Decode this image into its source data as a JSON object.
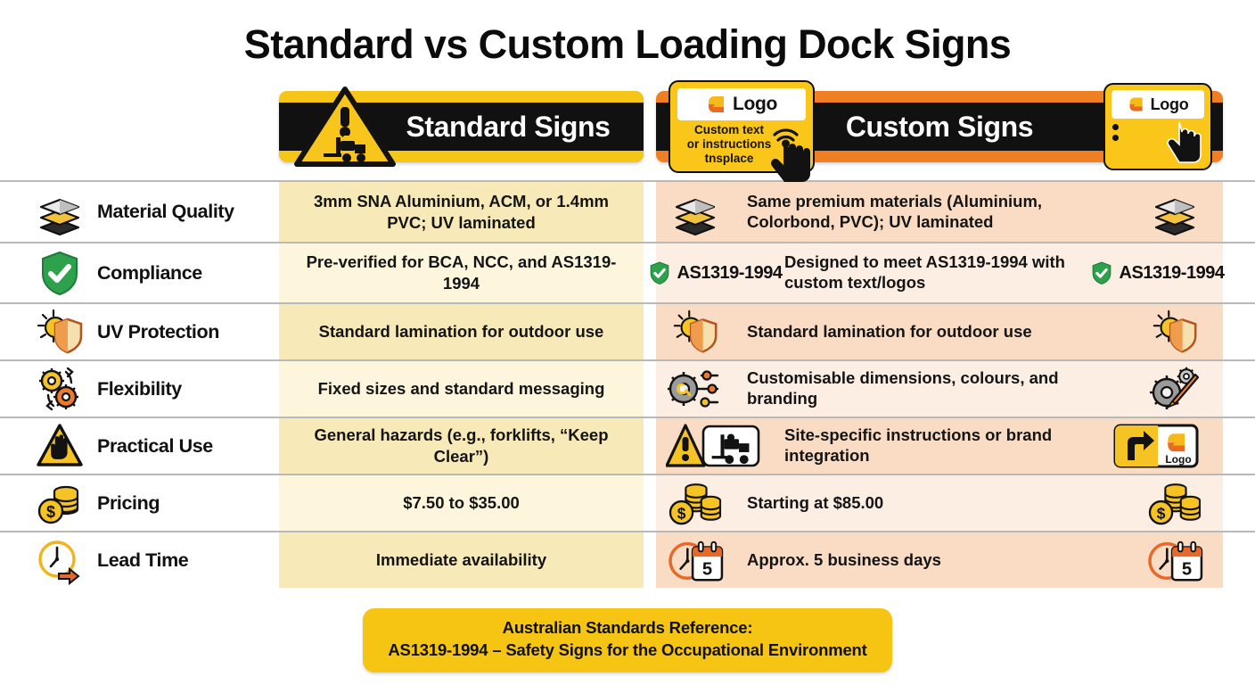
{
  "title": "Standard vs Custom Loading Dock Signs",
  "headers": {
    "standard": {
      "label": "Standard Signs",
      "icon": "warning-forklift-triangle-icon"
    },
    "custom": {
      "label": "Custom Signs",
      "left_card": {
        "logo_word": "Logo",
        "text": "Custom text\nor instructions\ntnsplace",
        "icon": "tap-hand-icon"
      },
      "right_card": {
        "logo_word": "Logo",
        "icon": "custom-list-hand-icon"
      }
    }
  },
  "rows": [
    {
      "label": "Material Quality",
      "label_icon": "layers-stack-icon",
      "standard": "3mm SNA Aluminium, ACM, or 1.4mm PVC; UV laminated",
      "custom": "Same premium materials (Aluminium, Colorbond, PVC); UV laminated",
      "custom_icon_left": "layers-stack-icon",
      "custom_icon_right": "layers-stack-icon"
    },
    {
      "label": "Compliance",
      "label_icon": "green-shield-check-icon",
      "standard": "Pre-verified for BCA, NCC, and AS1319-1994",
      "custom": "Designed to meet AS1319-1994 with custom text/logos",
      "custom_icon_left": "as-standard-badge",
      "custom_icon_right": "as-standard-badge",
      "badge_text": "AS1319-1994"
    },
    {
      "label": "UV Protection",
      "label_icon": "sun-shield-icon",
      "standard": "Standard lamination for outdoor use",
      "custom": "Standard lamination for outdoor use",
      "custom_icon_left": "sun-shield-icon",
      "custom_icon_right": "sun-shield-icon"
    },
    {
      "label": "Flexibility",
      "label_icon": "gears-cycle-icon",
      "standard": "Fixed sizes and standard messaging",
      "custom": "Customisable dimensions, colours, and branding",
      "custom_icon_left": "gear-sliders-icon",
      "custom_icon_right": "gear-paintbrush-icon"
    },
    {
      "label": "Practical Use",
      "label_icon": "hand-warning-triangle-icon",
      "standard": "General hazards (e.g., forklifts, “Keep Clear”)",
      "custom": "Site-specific instructions or brand integration",
      "custom_icon_left": "warning-forklift-sign-icon",
      "custom_icon_right": "directional-logo-sign-icon"
    },
    {
      "label": "Pricing",
      "label_icon": "coins-dollar-icon",
      "standard": "$7.50 to $35.00",
      "custom": "Starting at $85.00",
      "custom_icon_left": "coins-dollar-icon",
      "custom_icon_right": "coins-dollar-icon"
    },
    {
      "label": "Lead Time",
      "label_icon": "clock-arrow-icon",
      "standard": "Immediate availability",
      "custom": "Approx. 5 business days",
      "custom_icon_left": "clock-calendar-5-icon",
      "custom_icon_right": "clock-calendar-5-icon"
    }
  ],
  "footer": {
    "line1": "Australian Standards Reference:",
    "standard_code": "AS1319-1994",
    "line2_rest": " – Safety Signs for the Occupational Environment"
  },
  "colors": {
    "yellow": "#f5c518",
    "orange": "#ef7f22",
    "black": "#111111",
    "cream_dark": "#f8e9b8",
    "cream_light": "#fdf6dd",
    "peach_dark": "#fadcc4",
    "peach_light": "#fdeee4",
    "green": "#2ea14d",
    "divider": "#b9b9b9"
  },
  "calendar_day": "5"
}
